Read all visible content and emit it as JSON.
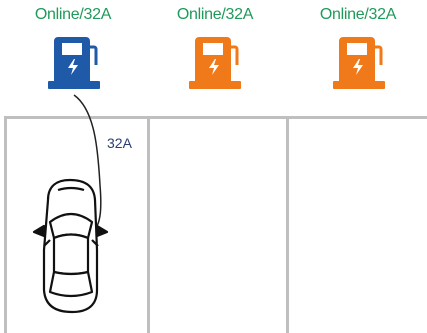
{
  "chargers": [
    {
      "status": "Online/32A",
      "color": "#1f5aa8",
      "connected": true
    },
    {
      "status": "Online/32A",
      "color": "#f07a1a",
      "connected": false
    },
    {
      "status": "Online/32A",
      "color": "#f07a1a",
      "connected": false
    }
  ],
  "cable_label": "32A",
  "colors": {
    "status_text": "#1f9a5a",
    "line": "#bfbfbf",
    "cable": "#222222"
  }
}
